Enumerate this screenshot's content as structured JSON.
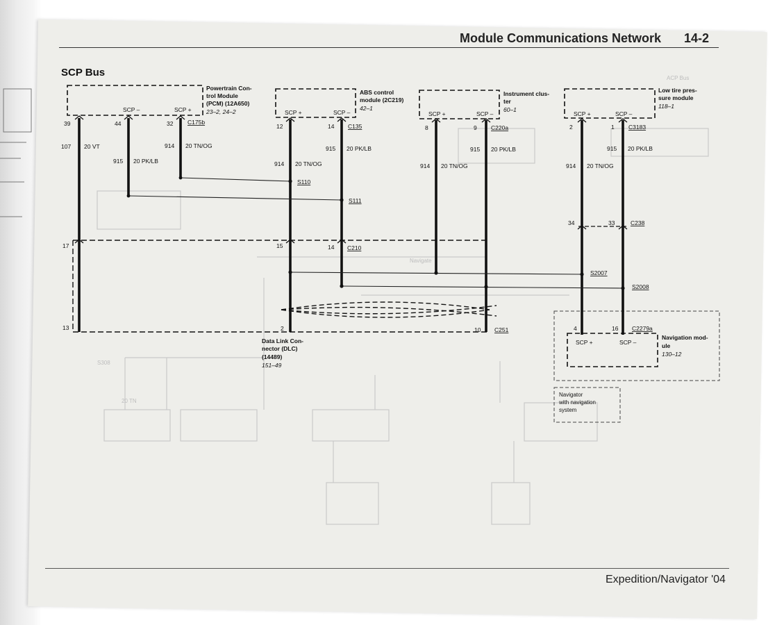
{
  "header": {
    "title": "Module Communications Network",
    "page_number": "14-2"
  },
  "section_title": "SCP Bus",
  "footer": "Expedition/Navigator '04",
  "modules": {
    "pcm": {
      "l1": "Powertrain Con-",
      "l2": "trol Module",
      "l3": "(PCM) (12A650)",
      "ref": "23–2, 24–2",
      "pin_a": "SCP –",
      "pin_b": "SCP +",
      "connector": "C175b"
    },
    "abs": {
      "l1": "ABS control",
      "l2": "module (2C219)",
      "ref": "42–1",
      "pin_a": "SCP +",
      "pin_b": "SCP –",
      "connector": "C135"
    },
    "ic": {
      "l1": "Instrument clus-",
      "l2": "ter",
      "ref": "60–1",
      "pin_a": "SCP +",
      "pin_b": "SCP –",
      "connector": "C220a"
    },
    "tire": {
      "l1": "Low tire pres-",
      "l2": "sure module",
      "ref": "118–1",
      "pin_a": "SCP +",
      "pin_b": "SCP –",
      "connector": "C3183"
    },
    "nav": {
      "l1": "Navigation mod-",
      "l2": "ule",
      "ref": "130–12",
      "pin_a": "SCP +",
      "pin_b": "SCP –",
      "connector": "C2279a"
    },
    "dlc": {
      "l1": "Data Link Con-",
      "l2": "nector (DLC)",
      "l3": "(14489)",
      "ref": "151–49",
      "connector": "C251"
    },
    "navigator_note": {
      "l1": "Navigator",
      "l2": "with navigation",
      "l3": "system"
    }
  },
  "pins": {
    "p39": "39",
    "p44": "44",
    "p32": "32",
    "p12": "12",
    "p14a": "14",
    "p8": "8",
    "p9": "9",
    "p2a": "2",
    "p1": "1",
    "p34": "34",
    "p33": "33",
    "p17": "17",
    "p15": "15",
    "p14b": "14",
    "p13": "13",
    "p2b": "2",
    "p10": "10",
    "p4": "4",
    "p16": "16"
  },
  "wires": {
    "w107": "107",
    "vt": "20 VT",
    "w915a": "915",
    "pklb_a": "20 PK/LB",
    "w914a": "914",
    "tnog_a": "20 TN/OG",
    "w914b": "914",
    "tnog_b": "20 TN/OG",
    "w915b": "915",
    "pklb_b": "20 PK/LB",
    "w914c": "914",
    "tnog_c": "20 TN/OG",
    "w915c": "915",
    "pklb_c": "20 PK/LB",
    "w914d": "914",
    "tnog_d": "20 TN/OG",
    "w915d": "915",
    "pklb_d": "20 PK/LB"
  },
  "splices": {
    "s110": "S110",
    "s111": "S111",
    "s2007": "S2007",
    "s2008": "S2008"
  },
  "connectors": {
    "c210": "C210",
    "c238": "C238"
  },
  "colors": {
    "paper": "#eeeeea",
    "ink": "#111111",
    "ghost": "#c9c9c9"
  }
}
